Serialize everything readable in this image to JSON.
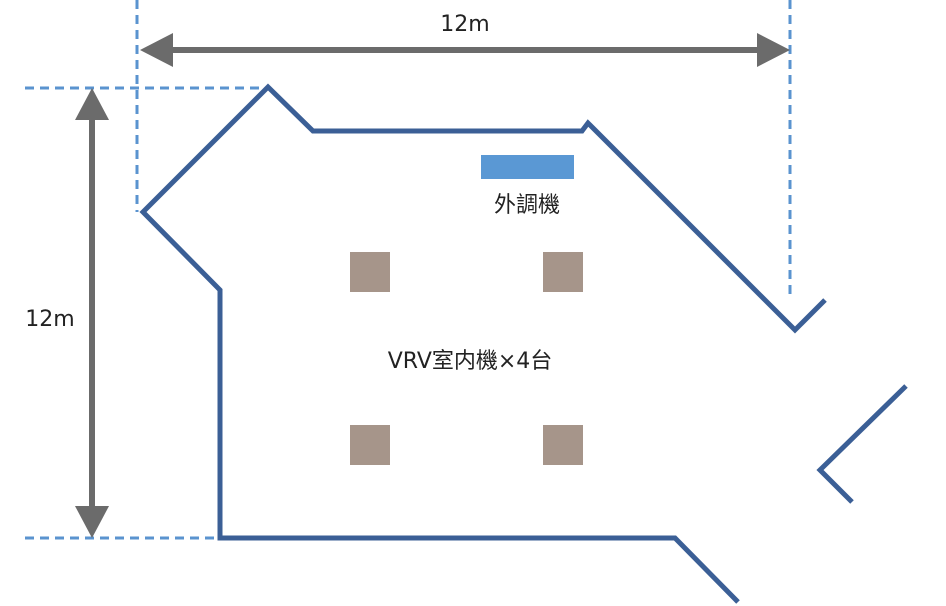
{
  "diagram": {
    "dimensions": {
      "width_label": "12m",
      "height_label": "12m"
    },
    "labels": {
      "outdoor_unit": "外調機",
      "indoor_units": "VRV室内機×4台"
    },
    "counts": {
      "indoor_units": 4
    },
    "colors": {
      "wall": "#3b5f96",
      "dashed_guide": "#5a93cf",
      "dimension_arrow": "#6b6b6b",
      "outdoor_unit": "#5a98d4",
      "indoor_unit": "#a6958a",
      "text": "#222222"
    }
  }
}
